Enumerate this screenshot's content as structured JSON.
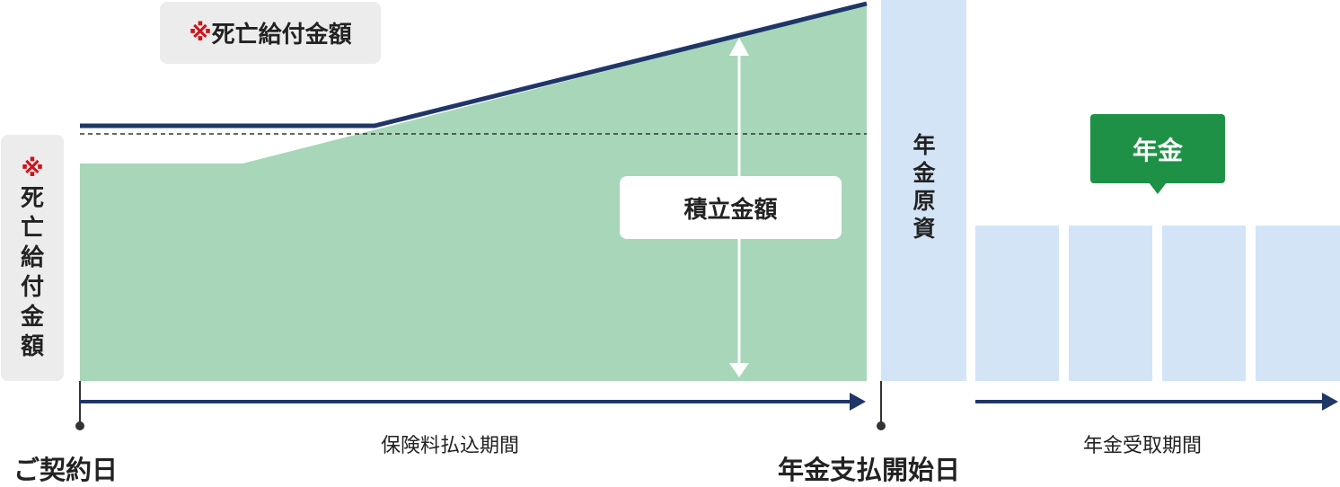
{
  "labels": {
    "asterisk": "※",
    "death_benefit": "死亡給付金額",
    "death_benefit_chars": [
      "死",
      "亡",
      "給",
      "付",
      "金",
      "額"
    ],
    "accumulated_amount": "積立金額",
    "pension_capital_chars": [
      "年",
      "金",
      "原",
      "資"
    ],
    "pension": "年金",
    "premium_period": "保険料払込期間",
    "pension_period": "年金受取期間",
    "contract_date": "ご契約日",
    "pension_start_date": "年金支払開始日"
  },
  "pension_payments": {
    "count": 4
  },
  "colors": {
    "accumulation_fill": "#a8d6b9",
    "death_benefit_line": "#1f3668",
    "pension_block": "#d3e4f7",
    "pension_tag": "#1e9146",
    "asterisk": "#d0121b",
    "label_box": "#ececec",
    "arrow": "#1f3668",
    "dot": "#333333"
  },
  "icons": {
    "timeline_arrow": "arrow-right-icon",
    "amount_arrow": "double-arrow-vertical-icon"
  }
}
